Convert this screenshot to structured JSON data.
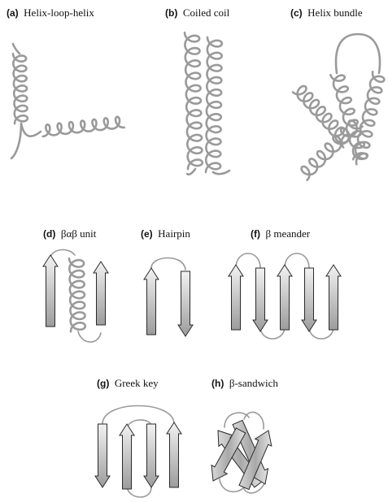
{
  "panels": [
    {
      "letter": "(a)",
      "title": "Helix-loop-helix"
    },
    {
      "letter": "(b)",
      "title": "Coiled coil"
    },
    {
      "letter": "(c)",
      "title": "Helix bundle"
    },
    {
      "letter": "(d)",
      "title": "βαβ unit"
    },
    {
      "letter": "(e)",
      "title": "Hairpin"
    },
    {
      "letter": "(f)",
      "title": "β meander"
    },
    {
      "letter": "(g)",
      "title": "Greek key"
    },
    {
      "letter": "(h)",
      "title": "β-sandwich"
    }
  ],
  "colors": {
    "helix": "#9a9a9a",
    "strand_light": "#f2f2f2",
    "strand_dark": "#9c9c9c",
    "outline": "#2a2a2a",
    "text": "#111111"
  }
}
